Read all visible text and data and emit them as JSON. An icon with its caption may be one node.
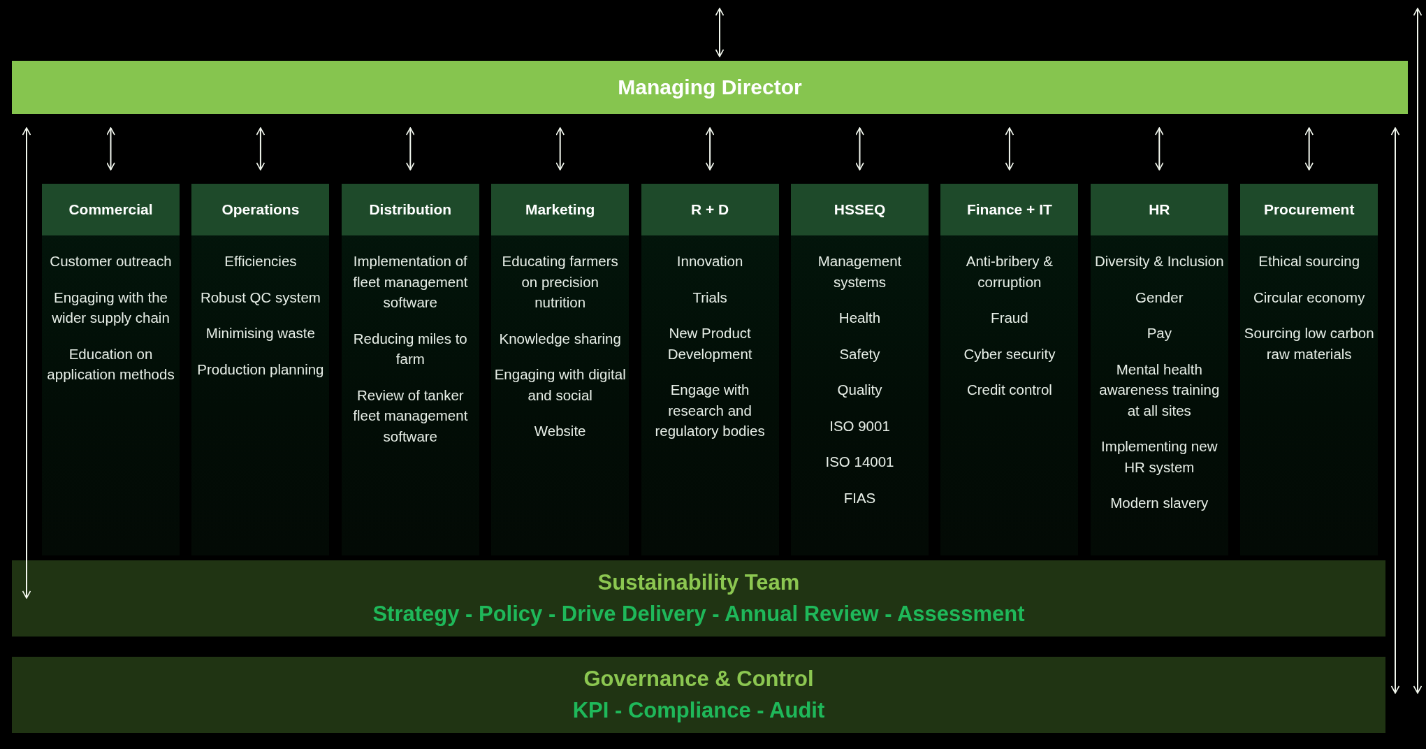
{
  "diagram": {
    "nodes": [
      {
        "text": [
          "Managing Director"
        ]
      },
      {
        "text": [
          "Commercial",
          "Customer outreach",
          "Engaging with the wider supply chain",
          "Education on application methods"
        ]
      },
      {
        "text": [
          "Operations",
          "Efficiencies",
          "Robust QC system",
          "Minimising waste",
          "Production planning"
        ]
      },
      {
        "text": [
          "Distribution",
          "Implementation of fleet management software",
          "Reducing miles to farm",
          "Review of tanker fleet management software"
        ]
      },
      {
        "text": [
          "Marketing",
          "Educating farmers on precision nutrition",
          "Knowledge sharing",
          "Engaging with digital and social",
          "Website"
        ]
      },
      {
        "text": [
          "R + D",
          "Innovation",
          "Trials",
          "New Product Development",
          "Engage with research and regulatory bodies"
        ]
      },
      {
        "text": [
          "HSSEQ",
          "Management systems",
          "Health",
          "Safety",
          "Quality",
          "ISO 9001",
          "ISO 14001",
          "FIAS"
        ]
      },
      {
        "text": [
          "Finance + IT",
          "Anti-bribery & corruption",
          "Fraud",
          "Cyber security",
          "Credit control"
        ]
      },
      {
        "text": [
          "HR",
          "Diversity & Inclusion",
          "Gender",
          "Pay",
          "Mental health awareness training at all sites",
          "Implementing new HR system",
          "Modern slavery"
        ]
      },
      {
        "text": [
          "Procurement",
          "Ethical sourcing",
          "Circular economy",
          "Sourcing low carbon raw materials"
        ]
      },
      {
        "text": [
          "Sustainability Team",
          "Strategy - Policy - Drive Delivery - Annual Review - Assessment"
        ]
      },
      {
        "text": [
          "Governance & Control",
          "KPI - Compliance - Audit"
        ]
      }
    ],
    "edges": [
      {
        "from": null,
        "to": 0,
        "arrow": "both"
      },
      {
        "from": 0,
        "to": 1,
        "arrow": "both"
      },
      {
        "from": 0,
        "to": 2,
        "arrow": "both"
      },
      {
        "from": 0,
        "to": 3,
        "arrow": "both"
      },
      {
        "from": 0,
        "to": 4,
        "arrow": "both"
      },
      {
        "from": 0,
        "to": 5,
        "arrow": "both"
      },
      {
        "from": 0,
        "to": 6,
        "arrow": "both"
      },
      {
        "from": 0,
        "to": 7,
        "arrow": "both"
      },
      {
        "from": 0,
        "to": 8,
        "arrow": "both"
      },
      {
        "from": 0,
        "to": 9,
        "arrow": "both"
      },
      {
        "from": 0,
        "to": 10,
        "arrow": "both"
      },
      {
        "from": 0,
        "to": 11,
        "arrow": "both"
      },
      {
        "from": null,
        "to": 11,
        "arrow": "both"
      }
    ]
  }
}
